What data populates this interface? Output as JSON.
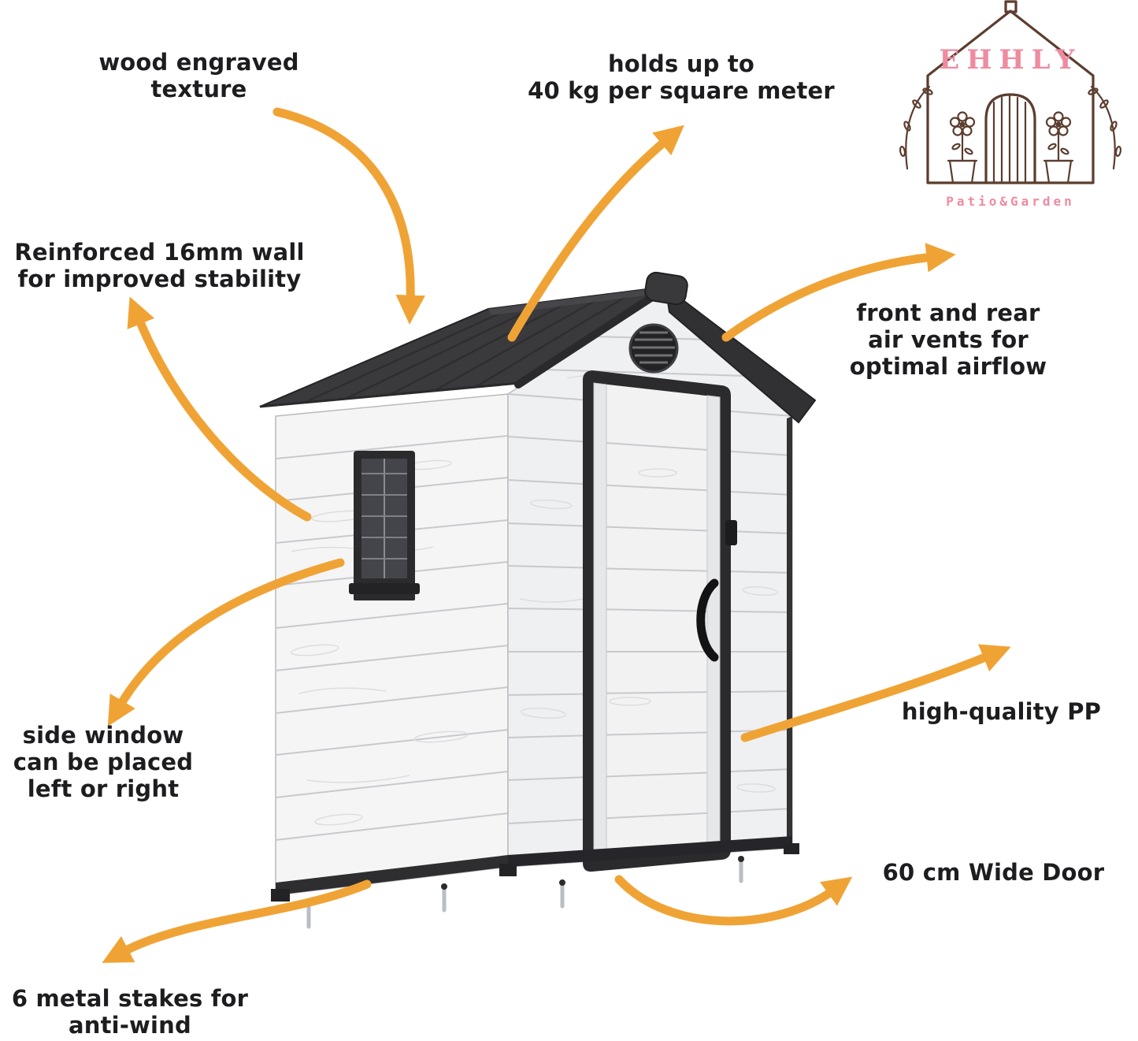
{
  "logo": {
    "name": "EHHLY",
    "tagline": "Patio&Garden"
  },
  "callouts": {
    "wood_texture": {
      "lines": [
        "wood engraved",
        "texture"
      ]
    },
    "load_capacity": {
      "lines": [
        "holds up to",
        "40 kg per square meter"
      ]
    },
    "reinforced_wall": {
      "lines": [
        "Reinforced 16mm wall",
        "for improved stability"
      ]
    },
    "air_vents": {
      "lines": [
        "front and rear",
        "air vents for",
        "optimal airflow"
      ]
    },
    "side_window": {
      "lines": [
        "side window",
        "can be placed",
        "left or right"
      ]
    },
    "material": {
      "lines": [
        "high-quality PP"
      ]
    },
    "door_width": {
      "lines": [
        "60 cm Wide Door"
      ]
    },
    "stakes": {
      "lines": [
        "6 metal stakes for",
        "anti-wind"
      ]
    }
  },
  "colors": {
    "arrow": "#f0a335",
    "text": "#1d1d1f",
    "roof": "#3a3a3d",
    "wall_light": "#f5f5f6",
    "wall_front": "#eef0f2",
    "frame_dark": "#2b2b2d",
    "logo_pink": "#ef8ba0",
    "logo_brown": "#5b3d2f"
  }
}
